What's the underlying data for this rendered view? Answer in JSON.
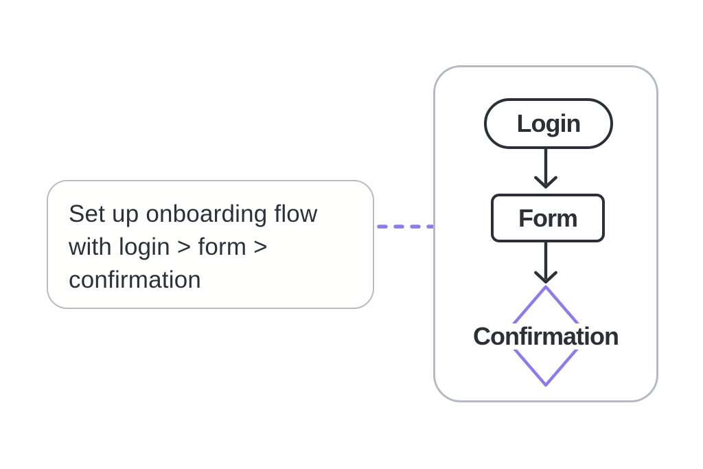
{
  "prompt_card": {
    "lines": [
      "Set up onboarding flow",
      "with login > form >",
      "confirmation"
    ]
  },
  "flowchart": {
    "nodes": [
      {
        "id": "login",
        "label": "Login",
        "shape": "stadium"
      },
      {
        "id": "form",
        "label": "Form",
        "shape": "rectangle"
      },
      {
        "id": "confirmation",
        "label": "Confirmation",
        "shape": "diamond"
      }
    ],
    "edges": [
      {
        "from": "login",
        "to": "form"
      },
      {
        "from": "form",
        "to": "confirmation"
      }
    ]
  },
  "colors": {
    "accent_purple": "#8b7cee",
    "node_dark": "#2a2f38",
    "card_border": "#b6bcc4",
    "panel_border": "#b3bac2",
    "background": "#ffffff"
  }
}
